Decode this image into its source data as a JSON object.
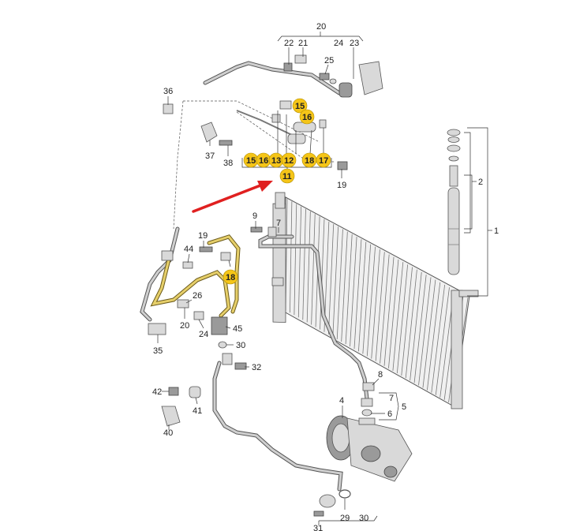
{
  "colors": {
    "highlight_fill": "#f5c518",
    "arrow": "#e02020",
    "line": "#333333"
  },
  "labels_plain": [
    {
      "id": "l20a",
      "text": "20"
    },
    {
      "id": "l22",
      "text": "22"
    },
    {
      "id": "l21",
      "text": "21"
    },
    {
      "id": "l24a",
      "text": "24"
    },
    {
      "id": "l23",
      "text": "23"
    },
    {
      "id": "l25",
      "text": "25"
    },
    {
      "id": "l36",
      "text": "36"
    },
    {
      "id": "l37",
      "text": "37"
    },
    {
      "id": "l38",
      "text": "38"
    },
    {
      "id": "l19a",
      "text": "19"
    },
    {
      "id": "l2",
      "text": "2"
    },
    {
      "id": "l1",
      "text": "1"
    },
    {
      "id": "l9",
      "text": "9"
    },
    {
      "id": "l7a",
      "text": "7"
    },
    {
      "id": "l19b",
      "text": "19"
    },
    {
      "id": "l44",
      "text": "44"
    },
    {
      "id": "l26",
      "text": "26"
    },
    {
      "id": "l20b",
      "text": "20"
    },
    {
      "id": "l24b",
      "text": "24"
    },
    {
      "id": "l45",
      "text": "45"
    },
    {
      "id": "l35",
      "text": "35"
    },
    {
      "id": "l30a",
      "text": "30"
    },
    {
      "id": "l32",
      "text": "32"
    },
    {
      "id": "l8",
      "text": "8"
    },
    {
      "id": "l7b",
      "text": "7"
    },
    {
      "id": "l5",
      "text": "5"
    },
    {
      "id": "l6",
      "text": "6"
    },
    {
      "id": "l42",
      "text": "42"
    },
    {
      "id": "l41",
      "text": "41"
    },
    {
      "id": "l40",
      "text": "40"
    },
    {
      "id": "l4",
      "text": "4"
    },
    {
      "id": "l29",
      "text": "29"
    },
    {
      "id": "l30b",
      "text": "30"
    },
    {
      "id": "l31",
      "text": "31"
    }
  ],
  "labels_highlighted": [
    {
      "id": "h15a",
      "text": "15"
    },
    {
      "id": "h16a",
      "text": "16"
    },
    {
      "id": "h15b",
      "text": "15"
    },
    {
      "id": "h16b",
      "text": "16"
    },
    {
      "id": "h13",
      "text": "13"
    },
    {
      "id": "h12",
      "text": "12"
    },
    {
      "id": "h18a",
      "text": "18"
    },
    {
      "id": "h17",
      "text": "17"
    },
    {
      "id": "h11",
      "text": "11"
    },
    {
      "id": "h18b",
      "text": "18"
    }
  ]
}
